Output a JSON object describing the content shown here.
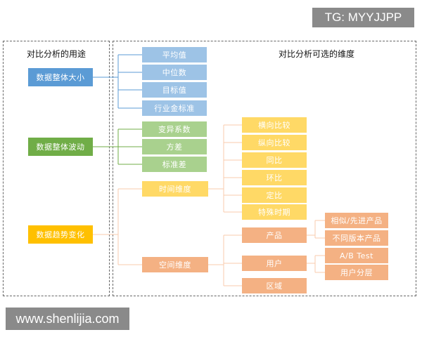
{
  "watermark_top": "TG: MYYJJPP",
  "watermark_bottom": "www.shenlijia.com",
  "left_panel": {
    "title": "对比分析的用途",
    "items": [
      "数据整体大小",
      "数据整体波动",
      "数据趋势变化"
    ]
  },
  "right_panel": {
    "title": "对比分析可选的维度",
    "size_group": [
      "平均值",
      "中位数",
      "目标值",
      "行业金标准"
    ],
    "fluct_group": [
      "变异系数",
      "方差",
      "标准差"
    ],
    "trend_group": {
      "time": {
        "label": "时间维度",
        "children": [
          "横向比较",
          "纵向比较",
          "同比",
          "环比",
          "定比",
          "特殊时期"
        ]
      },
      "space": {
        "label": "空间维度",
        "children": [
          {
            "label": "产品",
            "children": [
              "相似/先进产品",
              "不同版本产品"
            ]
          },
          {
            "label": "用户",
            "children": [
              "A/B Test",
              "用户分层"
            ]
          },
          {
            "label": "区域",
            "children": []
          }
        ]
      }
    }
  },
  "colors": {
    "blue": "#5b9bd5",
    "blue_light": "#9dc3e6",
    "green": "#70ad47",
    "green_light": "#a9d18e",
    "gold": "#ffc000",
    "gold_light": "#ffd966",
    "orange_light": "#f4b183",
    "line_blue": "#5b9bd5",
    "line_green": "#70ad47",
    "line_tan": "#f8cbad"
  }
}
